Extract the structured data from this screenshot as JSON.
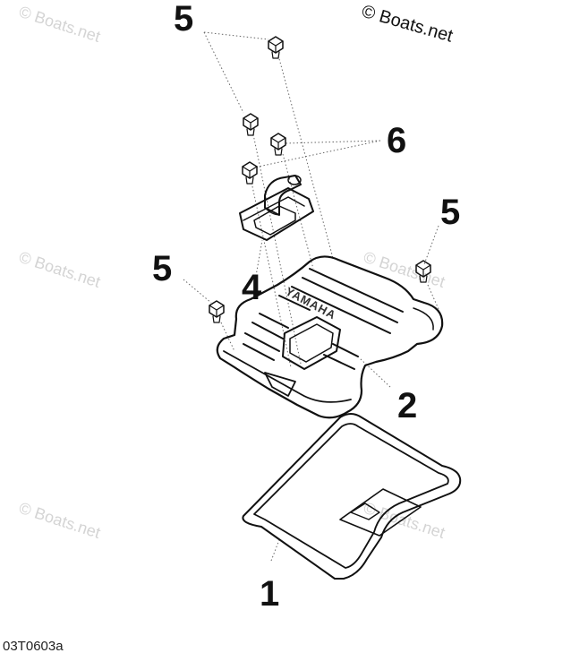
{
  "copyright": "© Boats.net",
  "watermark_text": "© Boats.net",
  "reference_code": "03T0603a",
  "cover_embossing": "YAMAHA",
  "callouts": {
    "part_1": "1",
    "part_2": "2",
    "part_4": "4",
    "bolt_5_top": "5",
    "bolt_5_right": "5",
    "bolt_5_left": "5",
    "bolt_6": "6"
  },
  "colors": {
    "ink": "#111111",
    "watermark": "#d4d4d4",
    "leader": "#666666"
  }
}
